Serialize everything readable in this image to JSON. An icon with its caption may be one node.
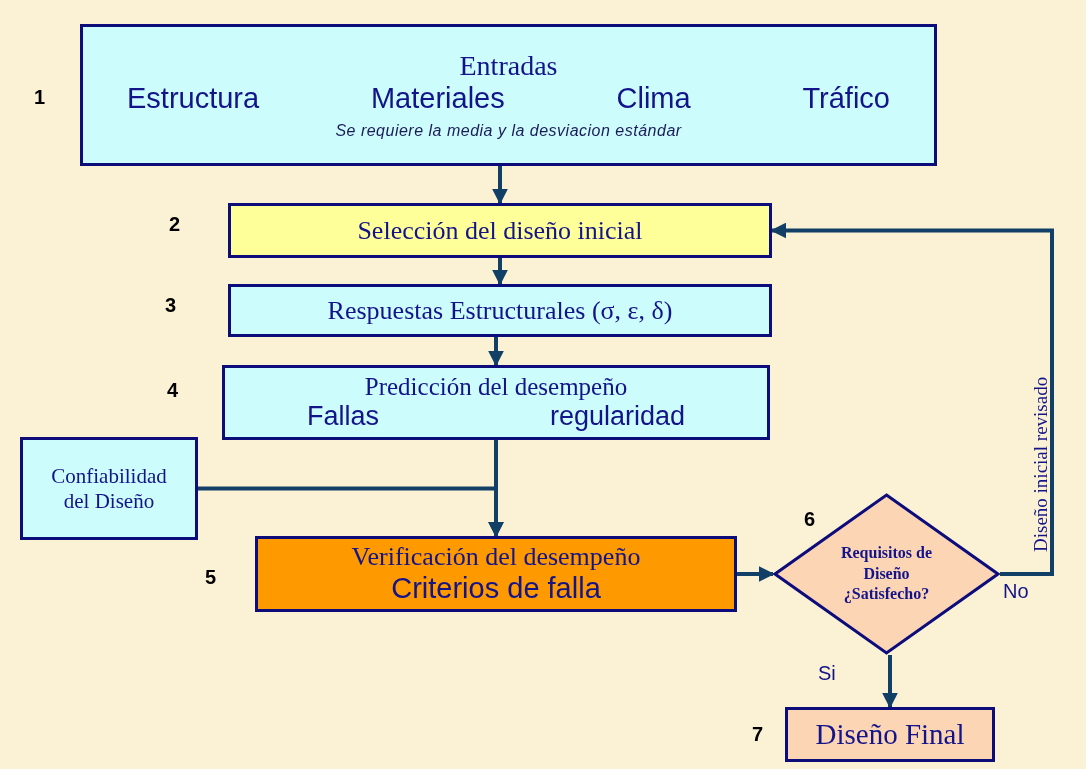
{
  "diagram": {
    "nodes": [
      {
        "text": [
          "Entradas",
          "Estructura",
          "Materiales",
          "Clima",
          "Tráfico",
          "Se requiere la media y la desviacion estándar"
        ],
        "beside": [
          "1"
        ]
      },
      {
        "text": [
          "Selección del diseño inicial"
        ],
        "beside": [
          "2"
        ]
      },
      {
        "text": [
          "Respuestas Estructurales (σ, ε, δ)"
        ],
        "beside": [
          "3"
        ]
      },
      {
        "text": [
          "Predicción del desempeño",
          "Fallas",
          "regularidad"
        ],
        "beside": [
          "4"
        ]
      },
      {
        "text": [
          "Confiabilidad del Diseño"
        ]
      },
      {
        "text": [
          "Verificación del desempeño",
          "Criterios de falla"
        ],
        "beside": [
          "5"
        ]
      },
      {
        "text": [
          "Requisitos de Diseño ¿Satisfecho?"
        ],
        "beside": [
          "6"
        ]
      },
      {
        "text": [
          "Diseño Final"
        ],
        "beside": [
          "7"
        ]
      }
    ],
    "edges": [
      {
        "from": 0,
        "to": 1,
        "arrow": "to"
      },
      {
        "from": 1,
        "to": 2,
        "arrow": "to"
      },
      {
        "from": 2,
        "to": 3,
        "arrow": "to"
      },
      {
        "from": 3,
        "to": 5,
        "arrow": "to"
      },
      {
        "from": 4,
        "to": 5,
        "arrow": "to"
      },
      {
        "from": 5,
        "to": 6,
        "arrow": "to"
      },
      {
        "from": 6,
        "to": 1,
        "arrow": "to",
        "label": "Diseño inicial revisado"
      },
      {
        "from": 6,
        "to": 7,
        "arrow": "to",
        "label": "Si"
      }
    ],
    "labels": [
      "No"
    ]
  }
}
